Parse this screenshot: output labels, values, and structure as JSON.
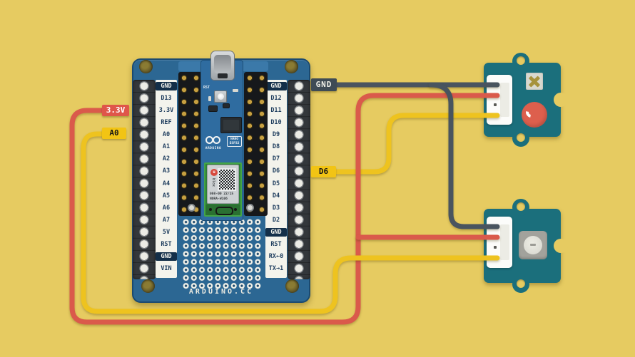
{
  "colors": {
    "background": "#e6cb61",
    "board_blue": "#2c6793",
    "nano_blue": "#2f6ca0",
    "module_teal": "#1b6f7c",
    "wire_ground": "#49545f",
    "wire_power": "#da5a4b",
    "wire_signal": "#eec31f",
    "chip_gnd_bg": "#3e4b55",
    "chip_power_bg": "#df564a",
    "chip_signal_bg": "#f2c414"
  },
  "wire_chips": {
    "ground": "GND",
    "power": "3.3V",
    "analog": "A0",
    "digital": "D6"
  },
  "carrier": {
    "footer": "ARDUINO.CC",
    "left_pins": [
      "GND",
      "D13",
      "3.3V",
      "REF",
      "A0",
      "A1",
      "A2",
      "A3",
      "A4",
      "A5",
      "A6",
      "A7",
      "5V",
      "RST",
      "GND",
      "VIN"
    ],
    "right_pins": [
      "GND",
      "D12",
      "D11",
      "D10",
      "D9",
      "D8",
      "D7",
      "D6",
      "D5",
      "D4",
      "D3",
      "D2",
      "GND",
      "RST",
      "RX←0",
      "TX→1"
    ]
  },
  "nano": {
    "brand": "ARDUINO",
    "model_line1": "NANO",
    "model_line2": "ESP32",
    "reset_label": "RST",
    "radio_logo_letter": "u",
    "radio_brand": "blox",
    "radio_id": "008-00 22/15",
    "radio_name": "NORA-W106"
  },
  "modules": {
    "top_icon1": "x-icon",
    "top_icon2": "buzzer-icon",
    "bottom_icon": "sensor-lens-icon"
  }
}
